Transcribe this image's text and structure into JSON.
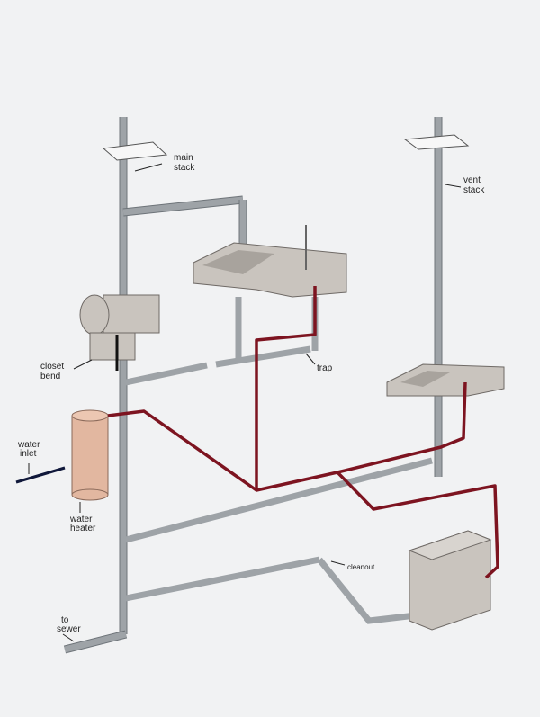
{
  "title": "Residential plumbing system diagram",
  "labels": {
    "main_stack": [
      "main",
      "stack"
    ],
    "vent_stack": [
      "vent",
      "stack"
    ],
    "closet_bend": [
      "closet",
      "bend"
    ],
    "trap": "trap",
    "water_inlet": [
      "water",
      "inlet"
    ],
    "water_heater": [
      "water",
      "heater"
    ],
    "cleanout": "cleanout",
    "to_sewer": [
      "to",
      "sewer"
    ]
  },
  "colors": {
    "drain_pipe": "#9ea3a7",
    "hot_water_pipe": "#7d1420",
    "water_heater": "#e2b7a0",
    "fixture": "#c9c4be",
    "background": "#f1f2f3"
  }
}
